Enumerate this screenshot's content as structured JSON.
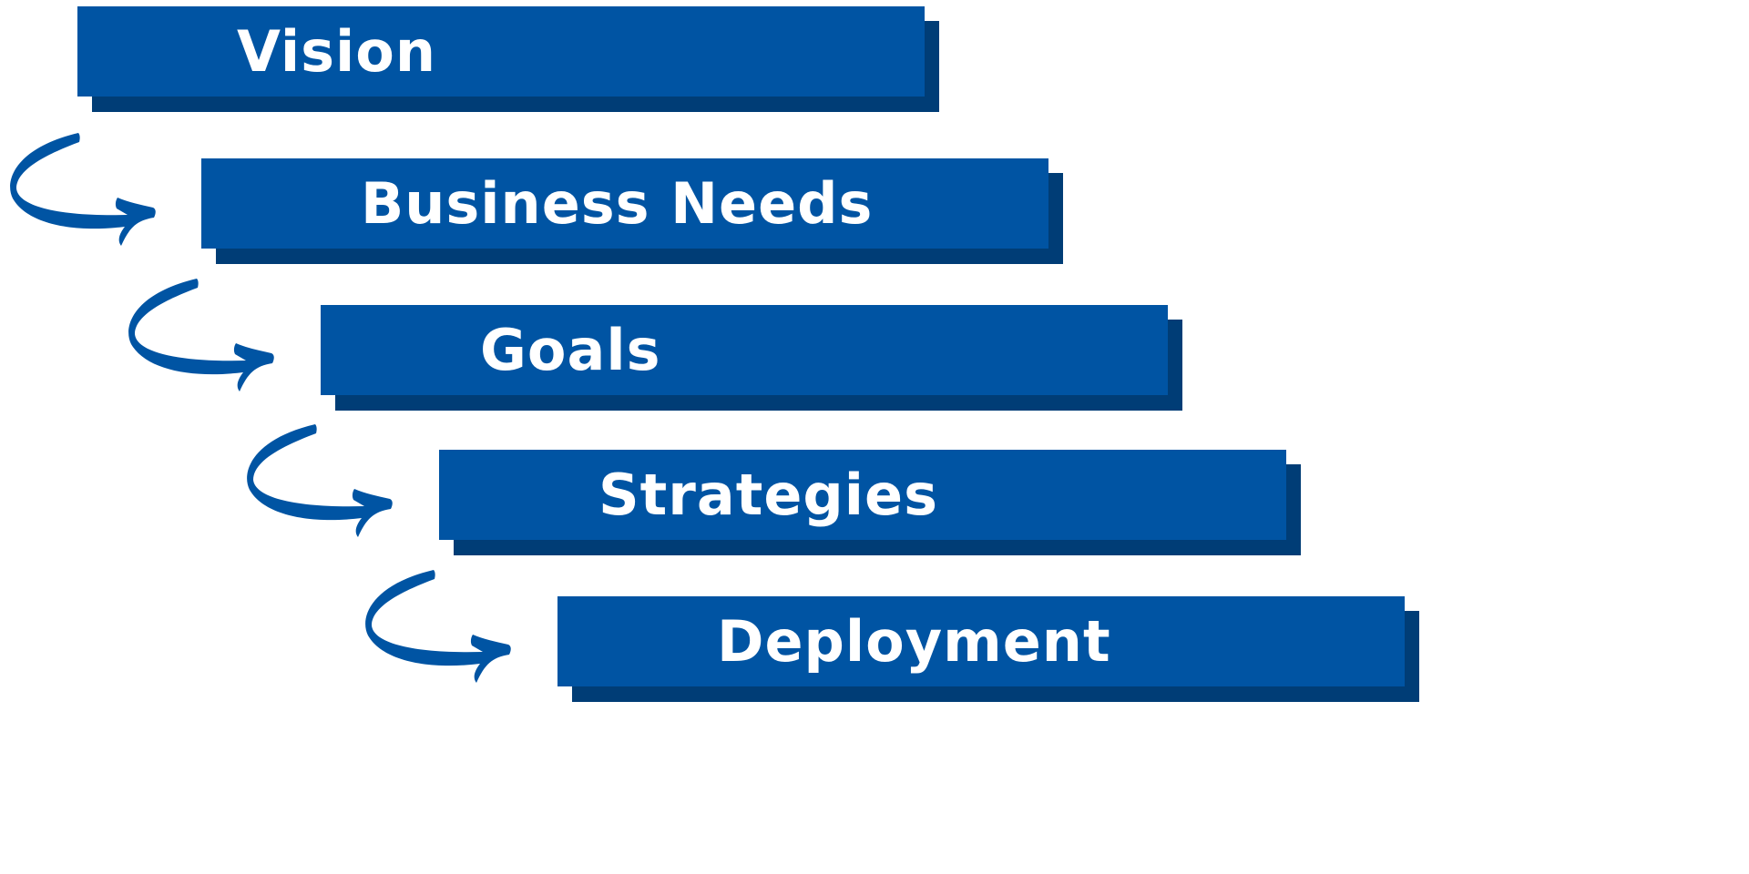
{
  "steps": [
    {
      "label": "Vision"
    },
    {
      "label": "Business Needs"
    },
    {
      "label": "Goals"
    },
    {
      "label": "Strategies"
    },
    {
      "label": "Deployment"
    }
  ],
  "colors": {
    "box": "#0054a3",
    "shadow": "#003d76",
    "arrow": "#0054a3",
    "text": "#ffffff"
  }
}
